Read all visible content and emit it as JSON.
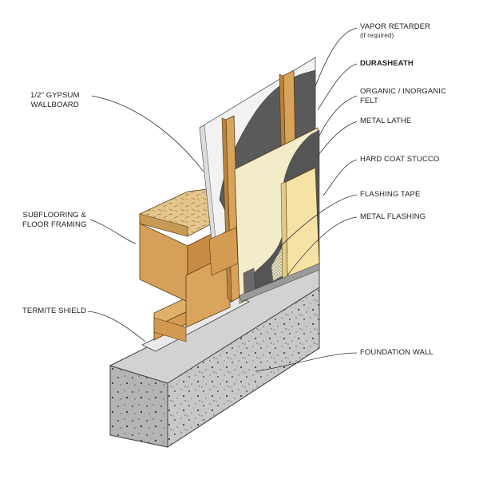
{
  "labels": {
    "vapor_retarder": "VAPOR RETARDER",
    "vapor_retarder_note": "(if required)",
    "durasheath": "DURASHEATH",
    "organic_felt_1": "ORGANIC / INORGANIC",
    "organic_felt_2": "FELT",
    "metal_lathe": "METAL LATHE",
    "hard_coat_stucco": "HARD COAT STUCCO",
    "flashing_tape": "FLASHING TAPE",
    "metal_flashing": "METAL FLASHING",
    "foundation_wall": "FOUNDATION WALL",
    "gypsum_1": "1/2\" GYPSUM",
    "gypsum_2": "WALLBOARD",
    "subflooring_1": "SUBFLOORING &",
    "subflooring_2": "FLOOR FRAMING",
    "termite_shield": "TERMITE SHIELD"
  },
  "colors": {
    "concrete": "#c9c9c9",
    "concrete_dark": "#a9a9a9",
    "wood": "#d9a35a",
    "wood_dark": "#b8833e",
    "osb": "#e3c48c",
    "sheath": "#f3ecc9",
    "felt": "#5a5a5a",
    "stucco": "#f5e3a6",
    "gypsum": "#eeeeee"
  }
}
